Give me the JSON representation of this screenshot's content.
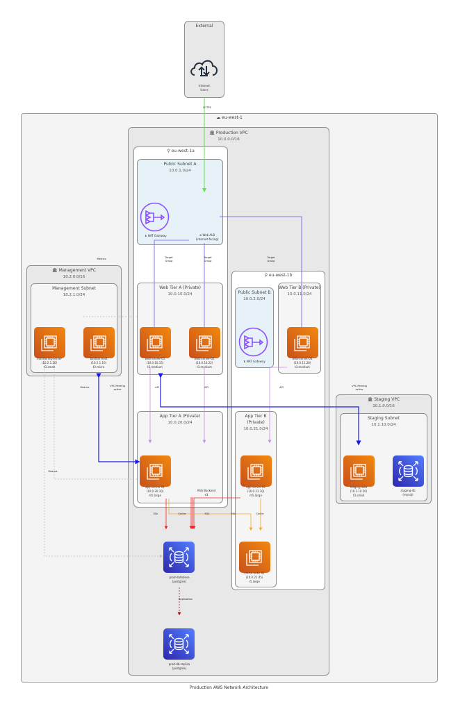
{
  "caption": "Production AWS Network Architecture",
  "external": {
    "title": "External",
    "node": {
      "name": "Internet",
      "sub": "Users"
    }
  },
  "region": {
    "label": "eu-west-1"
  },
  "prod_vpc": {
    "title": "Production VPC",
    "cidr": "10.0.0.0/16"
  },
  "az_a": {
    "label": "eu-west-1a"
  },
  "az_b": {
    "label": "eu-west-1b"
  },
  "public_a": {
    "title": "Public Subnet A",
    "cidr": "10.0.1.0/24",
    "nat": "NAT Gateway",
    "alb": "Web ALB",
    "alb_sub": "(internet-facing)"
  },
  "public_b": {
    "title": "Public Subnet B",
    "cidr": "10.0.2.0/24",
    "nat": "NAT Gateway"
  },
  "web_a": {
    "title": "Web Tier A (Private)",
    "cidr": "10.0.10.0/24",
    "nodes": [
      {
        "name": "web-server-01",
        "ip": "(10.0.10.15)",
        "type": "t3.medium"
      },
      {
        "name": "web-server-02",
        "ip": "(10.0.10.22)",
        "type": "t3.medium"
      }
    ]
  },
  "web_b": {
    "title": "Web Tier B (Private)",
    "cidr": "10.0.11.0/24",
    "nodes": [
      {
        "name": "web-server-03",
        "ip": "(10.0.11.28)",
        "type": "t3.medium"
      }
    ]
  },
  "app_a": {
    "title": "App Tier A (Private)",
    "cidr": "10.0.20.0/24",
    "asg": "ASG Backend",
    "asg_count": "x3",
    "nodes": [
      {
        "name": "app-server-01",
        "ip": "(10.0.20.10)",
        "type": "m5.large"
      }
    ]
  },
  "app_b": {
    "title": "App Tier B (Private)",
    "cidr": "10.0.21.0/24",
    "nodes": [
      {
        "name": "app-server-02",
        "ip": "(10.0.21.10)",
        "type": "m5.large"
      },
      {
        "name": "cache-redis-01",
        "ip": "(10.0.21.45)",
        "type": "r5.large"
      }
    ]
  },
  "db": {
    "primary": {
      "name": "prod-database",
      "sub": "(postgres)"
    },
    "replica": {
      "name": "prod-db-replica",
      "sub": "(postgres)"
    }
  },
  "mgmt_vpc": {
    "title": "Management VPC",
    "cidr": "10.2.0.0/16",
    "subnet": "Management Subnet",
    "subnet_cidr": "10.2.1.0/24",
    "nodes": [
      {
        "name": "monitoring-server",
        "ip": "(10.2.1.20)",
        "type": "t3.small"
      },
      {
        "name": "bastion-host",
        "ip": "(10.2.1.10)",
        "type": "t3.micro"
      }
    ]
  },
  "staging_vpc": {
    "title": "Staging VPC",
    "cidr": "10.1.0.0/16",
    "subnet": "Staging Subnet",
    "subnet_cidr": "10.1.10.0/24",
    "web": {
      "name": "staging-web",
      "ip": "(10.1.10.50)",
      "type": "t3.small"
    },
    "db": {
      "name": "staging-db",
      "sub": "(mysql)"
    }
  },
  "edges": {
    "https": "HTTPS",
    "target_group_1": "Target",
    "target_group_2": "Group",
    "metrics": "Metrics",
    "vpc_peering": "VPC Peering",
    "active": "active",
    "api": "API",
    "sql": "SQL",
    "cache": "Cache",
    "replication": "Replication"
  },
  "colors": {
    "https": "#66dd55",
    "alb": "#6655ee",
    "api": "#cc99ee",
    "peering": "#1a1aee",
    "sql": "#ee2222",
    "cache": "#f5a623",
    "ec2": "#e8700f",
    "rds": "#3b48cc",
    "nat": "#8c4fff"
  }
}
